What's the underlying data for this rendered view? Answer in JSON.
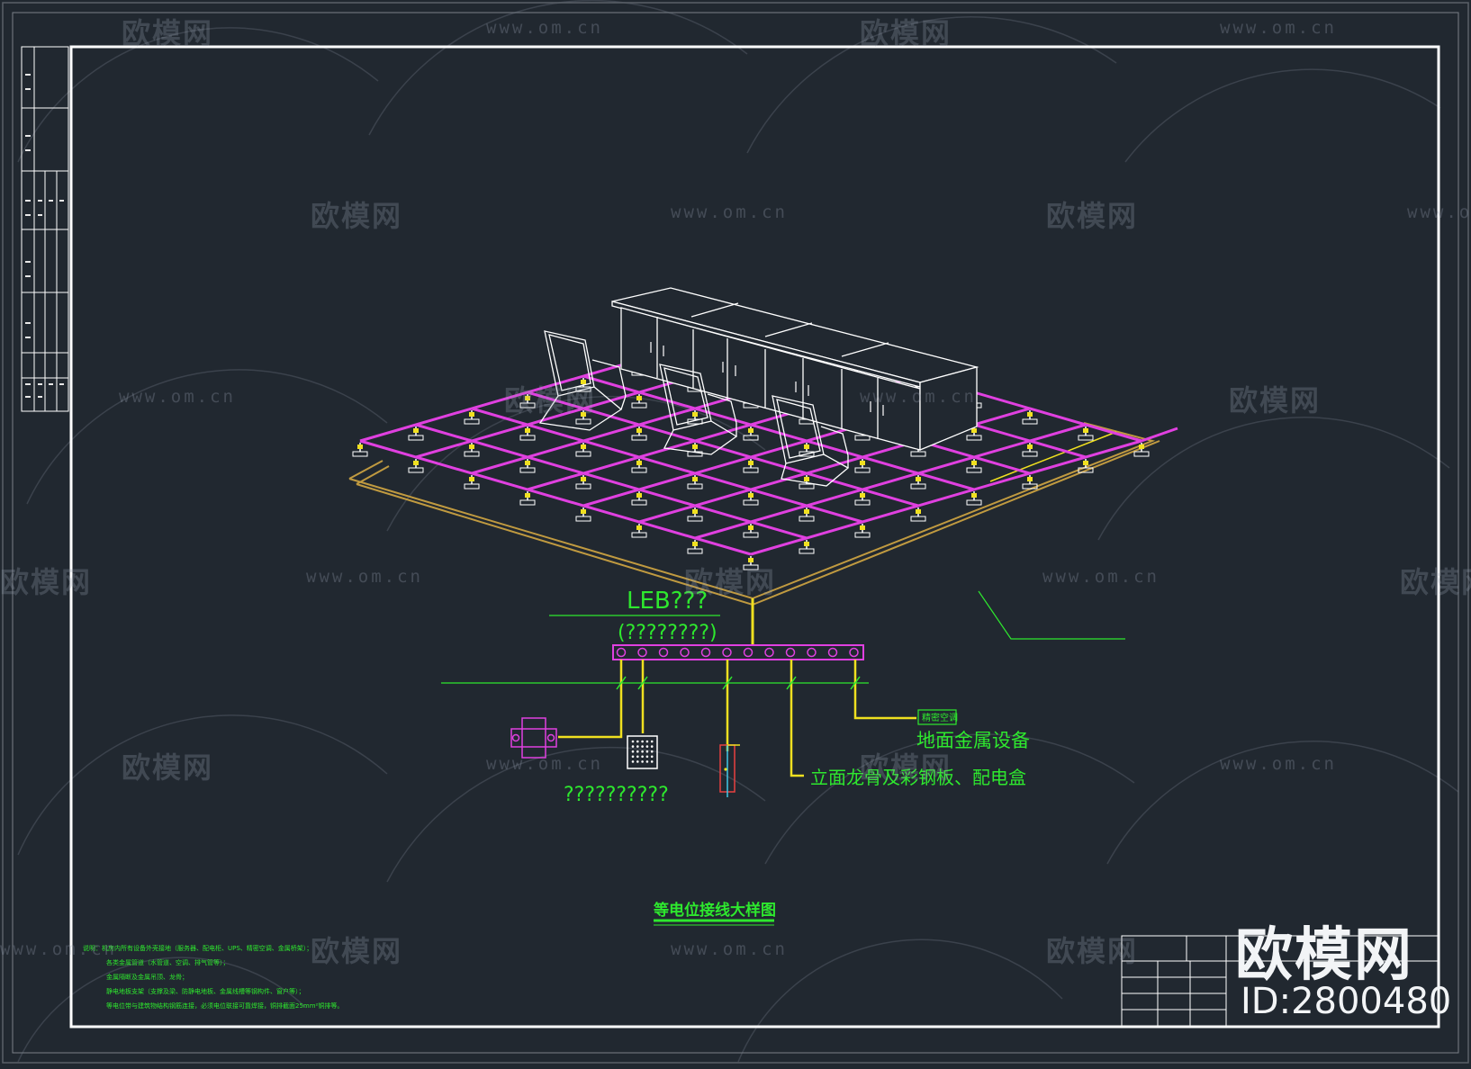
{
  "drawing": {
    "title": "等电位接线大样图",
    "leb_label": "LEB???",
    "leb_sub": "(????????)",
    "equipment_tag": "精密空调",
    "label_floor_metal": "地面金属设备",
    "label_wall_frame": "立面龙骨及彩钢板、配电盒",
    "label_bottom_left": "??????????"
  },
  "notes": [
    "说明：机房内所有设备外壳接地（服务器、配电柜、UPS、精密空调、金属桥架）；",
    "各类金属管道（水管道、空调、排气管等）；",
    "金属隔断及金属吊顶、龙骨；",
    "静电地板支架（支撑及梁、防静电地板、金属线槽等钢构件、窗户等）；",
    "等电位带与建筑物结构钢筋连接，必须电位联接可靠焊接，铜排截面25mm²铜排等。"
  ],
  "watermarks": {
    "logo_text": "欧模网",
    "url_text": "www.om.cn"
  },
  "brand": {
    "name": "欧模网",
    "id": "ID:2800480"
  },
  "colors": {
    "background": "#212830",
    "frame": "#ffffff",
    "grid": "#e040e0",
    "conductor": "#f0e020",
    "text_green": "#2ee82e",
    "ring": "#c09a40"
  }
}
